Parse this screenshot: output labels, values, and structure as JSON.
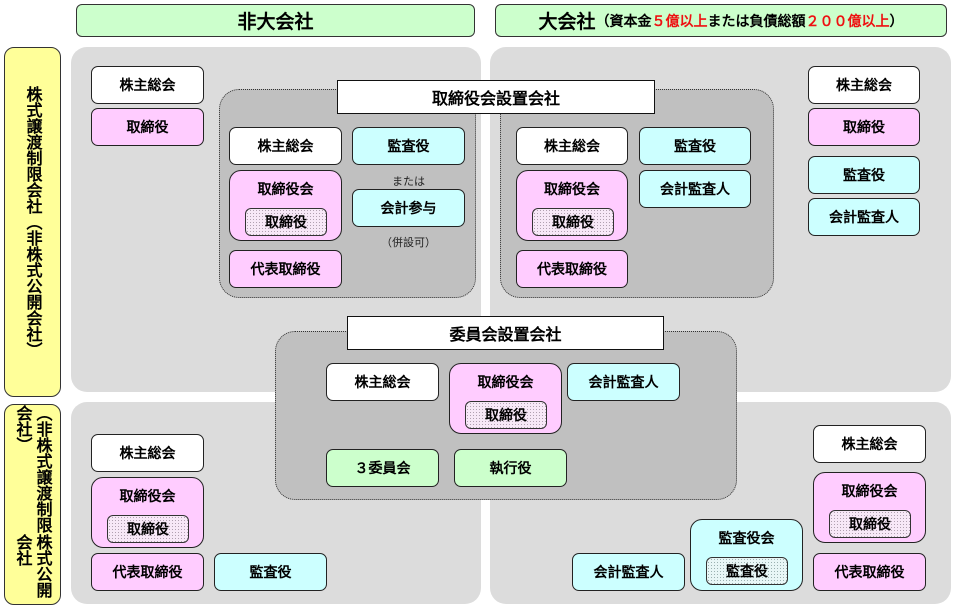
{
  "headers": {
    "non_large": "非大会社",
    "large_prefix": "大会社",
    "large_cond_open": "（資本金",
    "large_cond_capital": "５億以上",
    "large_cond_mid": "または負債総額",
    "large_cond_debt": "２００億以上",
    "large_cond_close": "）"
  },
  "side_labels": {
    "restricted_main": "株式譲渡制限会社",
    "restricted_sub": "（非株式公開会社）",
    "public_main": "株式公開会社",
    "public_sub": "（非株式譲渡制限会社）"
  },
  "colors": {
    "header_green": "#ccffcc",
    "side_yellow": "#ffff99",
    "quadrant_gray": "#dcdcdc",
    "zone_gray": "#c0c0c0",
    "shareholders_white": "#ffffff",
    "board_pink": "#ffccff",
    "audit_cyan": "#ccffff",
    "committee_green": "#ccffcc",
    "highlight_red": "#ee1111"
  },
  "restricted_non_large": {
    "shareholders": "株主総会",
    "director": "取締役"
  },
  "restricted_large": {
    "shareholders": "株主総会",
    "director": "取締役",
    "auditor": "監査役",
    "accounting_auditor": "会計監査人"
  },
  "board_company": {
    "title": "取締役会設置会社",
    "non_large": {
      "shareholders": "株主総会",
      "board": "取締役会",
      "board_member": "取締役",
      "representative": "代表取締役",
      "auditor": "監査役",
      "or_text": "または",
      "accounting_advisor": "会計参与",
      "combinable_note": "（併設可）"
    },
    "large": {
      "shareholders": "株主総会",
      "board": "取締役会",
      "board_member": "取締役",
      "representative": "代表取締役",
      "auditor": "監査役",
      "accounting_auditor": "会計監査人"
    }
  },
  "committee_company": {
    "title": "委員会設置会社",
    "shareholders": "株主総会",
    "board": "取締役会",
    "board_member": "取締役",
    "accounting_auditor": "会計監査人",
    "three_committees": "３委員会",
    "executive_officer": "執行役"
  },
  "public_non_large": {
    "shareholders": "株主総会",
    "board": "取締役会",
    "board_member": "取締役",
    "representative": "代表取締役",
    "auditor": "監査役"
  },
  "public_large": {
    "shareholders": "株主総会",
    "board": "取締役会",
    "board_member": "取締役",
    "representative": "代表取締役",
    "audit_board": "監査役会",
    "audit_member": "監査役",
    "accounting_auditor": "会計監査人"
  }
}
